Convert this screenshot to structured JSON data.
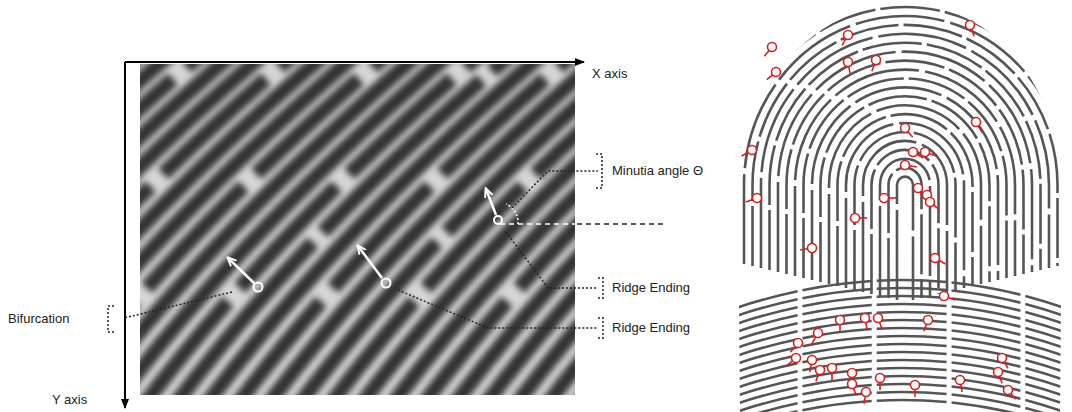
{
  "diagram": {
    "labels": [
      "X axis",
      "Minutia angle Θ",
      "Ridge Ending",
      "Bifurcation",
      "Ridge Ending",
      "Y axis"
    ]
  }
}
